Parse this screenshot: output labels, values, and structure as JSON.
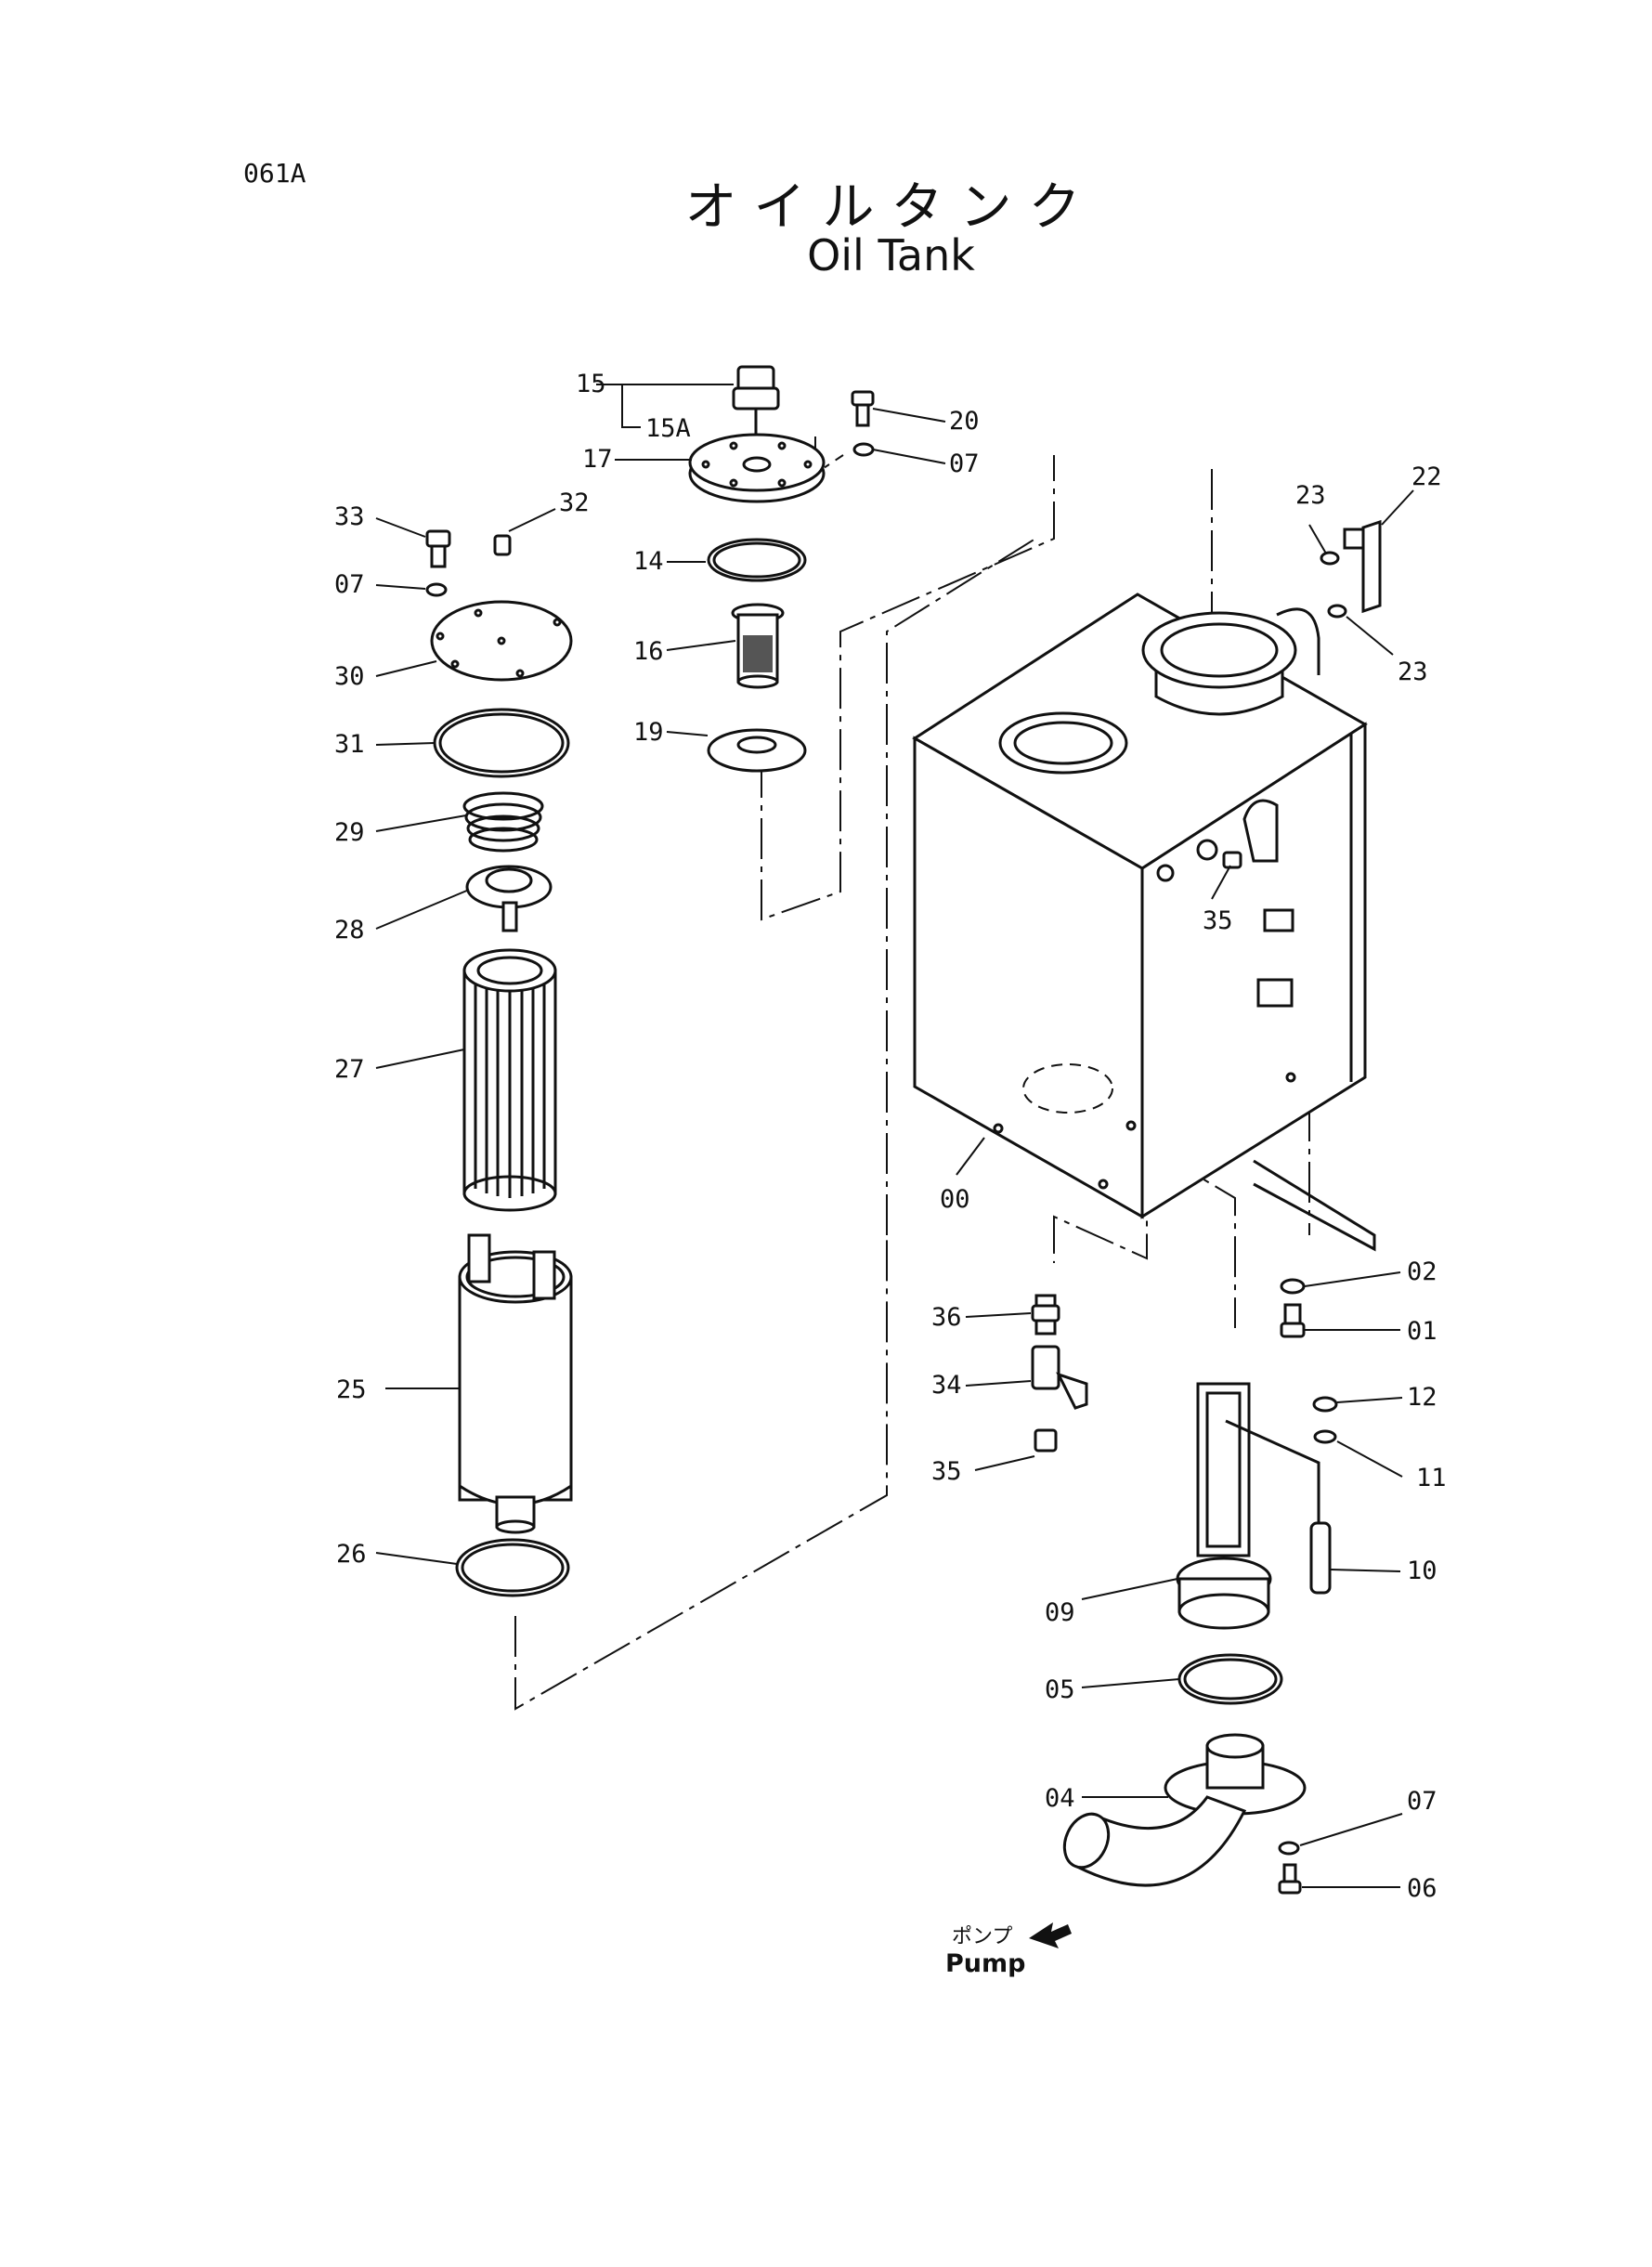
{
  "page_code": "061A",
  "title_jp": "オイルタンク",
  "title_en": "Oil Tank",
  "pump_jp": "ポンプ",
  "pump_en": "Pump",
  "callouts": {
    "c15": "15",
    "c15a": "15A",
    "c17": "17",
    "c20": "20",
    "c07a": "07",
    "c14": "14",
    "c16": "16",
    "c19": "19",
    "c33": "33",
    "c32": "32",
    "c07b": "07",
    "c30": "30",
    "c31": "31",
    "c29": "29",
    "c28": "28",
    "c27": "27",
    "c25": "25",
    "c26": "26",
    "c23a": "23",
    "c22": "22",
    "c23b": "23",
    "c35a": "35",
    "c00": "00",
    "c02": "02",
    "c01": "01",
    "c36": "36",
    "c34": "34",
    "c35b": "35",
    "c12": "12",
    "c11": "11",
    "c10": "10",
    "c09": "09",
    "c05": "05",
    "c04": "04",
    "c07c": "07",
    "c06": "06"
  }
}
